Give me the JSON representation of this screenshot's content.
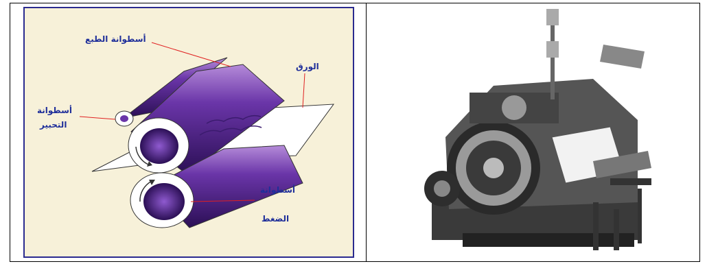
{
  "diagram": {
    "labels": {
      "print_cylinder": "أسطوانة الطبع",
      "paper": "الورق",
      "ink_cylinder_line1": "أسطوانة",
      "ink_cylinder_line2": "التحبير",
      "pressure_cylinder_line1": "أسطوانة",
      "pressure_cylinder_line2": "الضغط"
    }
  },
  "colors": {
    "label": "#1f2f9a",
    "leader_line": "#e02020",
    "cylinder": "#5b2b8e",
    "panel_bg": "#f7f1d9"
  }
}
